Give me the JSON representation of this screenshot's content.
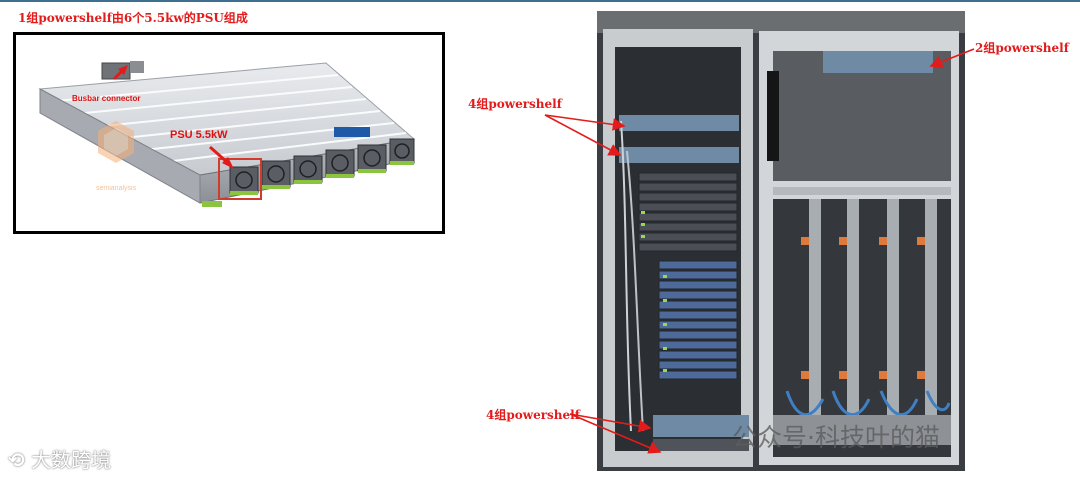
{
  "captions": {
    "title": "1组powershelf由6个5.5kw的PSU组成",
    "right_top": "2组powershelf",
    "mid_left": "4组powershelf",
    "bottom_left": "4组powershelf"
  },
  "psu_image": {
    "busbar_label": "Busbar connector",
    "psu_label": "PSU 5.5kW",
    "logo_text": "semianalysis"
  },
  "watermarks": {
    "left": "大数跨境",
    "right": "公众号·科技叶的猫"
  },
  "colors": {
    "caption_red": "#e31b1b",
    "frame_border": "#000000",
    "psu_green": "#8bc53f"
  }
}
